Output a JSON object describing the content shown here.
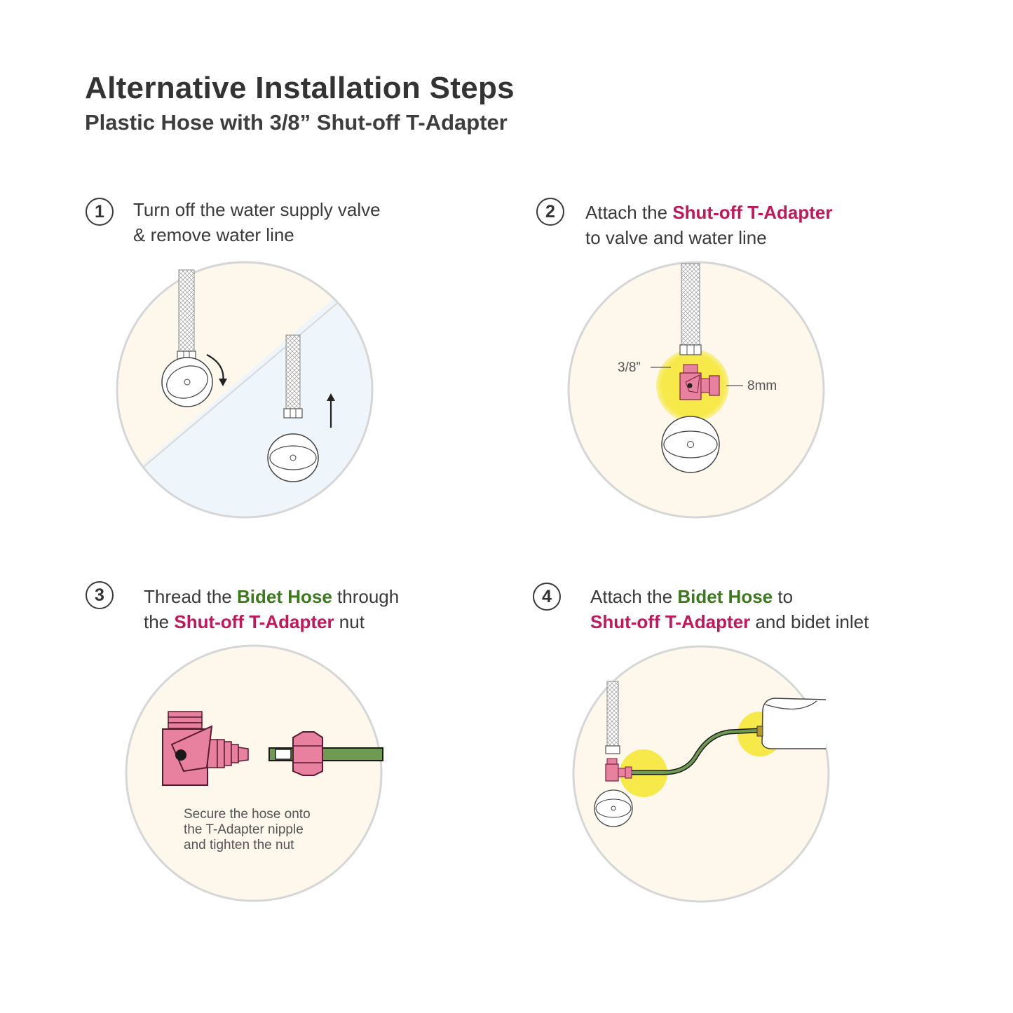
{
  "header": {
    "title": "Alternative Installation Steps",
    "subtitle": "Plastic Hose with 3/8” Shut-off T-Adapter"
  },
  "colors": {
    "accent_pink": "#c2185b",
    "accent_green": "#3d7a1d",
    "circle_fill": "#fdf7ec",
    "highlight_yellow": "#f7e94a",
    "water_blue": "#eef5fb"
  },
  "steps": [
    {
      "number": "1",
      "line1": "Turn off the water supply valve",
      "line2": "& remove water line",
      "icons": [
        "braided-hose-icon",
        "shutoff-valve-icon",
        "rotate-arrow-icon",
        "up-arrow-icon"
      ]
    },
    {
      "number": "2",
      "line1_pre": "Attach the ",
      "line1_pink": "Shut-off T-Adapter",
      "line2": "to valve and water line",
      "label_left": "3/8”",
      "label_right": "8mm"
    },
    {
      "number": "3",
      "line1_pre": "Thread the ",
      "line1_green": "Bidet Hose",
      "line1_post": " through",
      "line2_pre": "the ",
      "line2_pink": "Shut-off T-Adapter",
      "line2_post": " nut",
      "note_line1": "Secure the hose onto",
      "note_line2": "the T-Adapter nipple",
      "note_line3": "and tighten the nut"
    },
    {
      "number": "4",
      "line1_pre": "Attach the ",
      "line1_green": "Bidet Hose",
      "line1_post": " to",
      "line2_pink": "Shut-off T-Adapter",
      "line2_post": " and bidet inlet"
    }
  ]
}
